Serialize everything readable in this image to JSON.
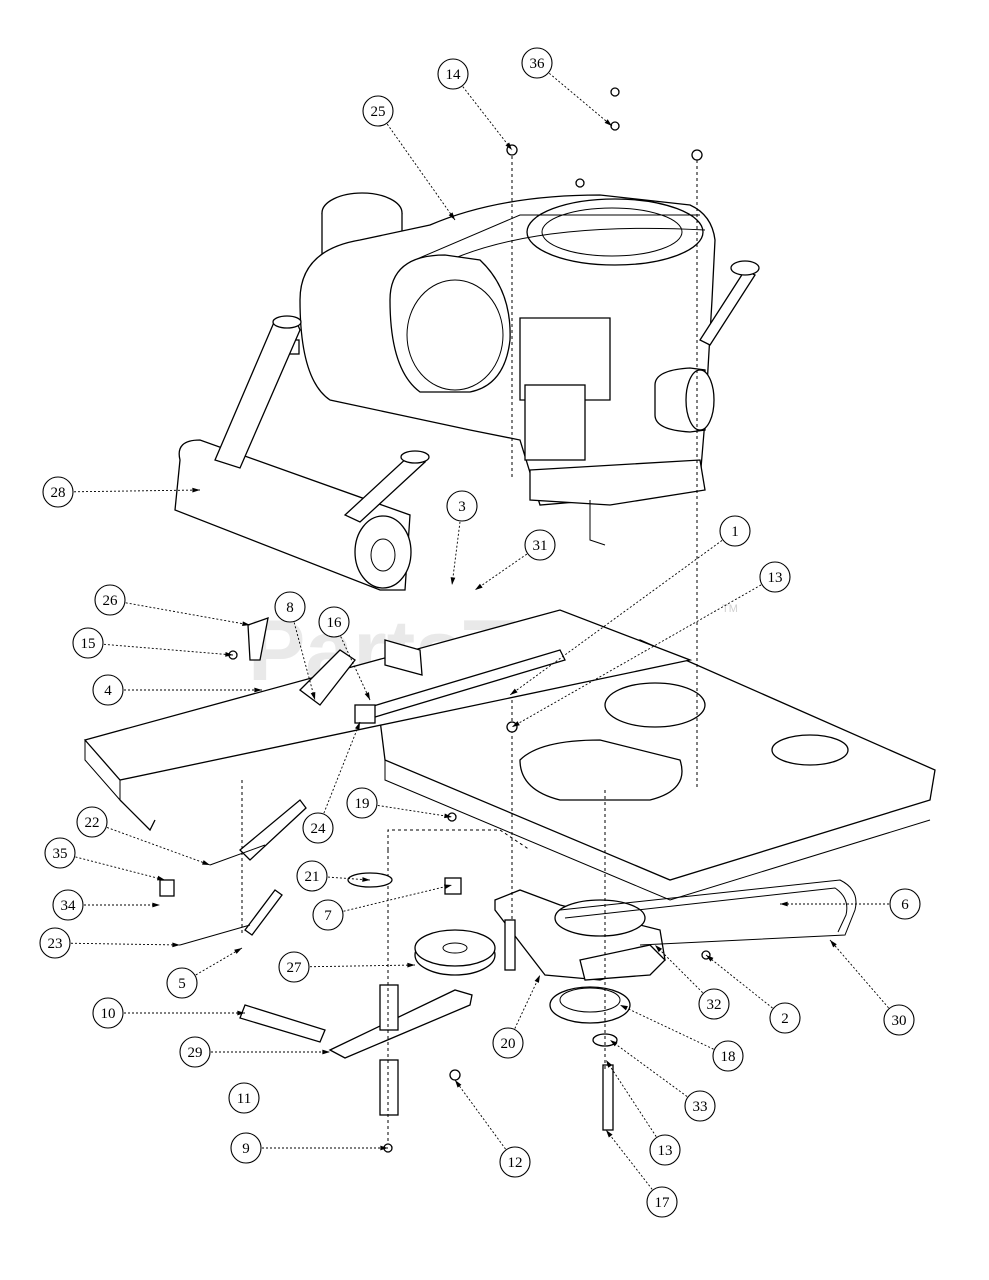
{
  "watermark": {
    "text": "PartsTree",
    "trademark": "TM"
  },
  "callouts": [
    {
      "n": "1"
    },
    {
      "n": "2"
    },
    {
      "n": "3"
    },
    {
      "n": "4"
    },
    {
      "n": "5"
    },
    {
      "n": "6"
    },
    {
      "n": "7"
    },
    {
      "n": "8"
    },
    {
      "n": "9"
    },
    {
      "n": "10"
    },
    {
      "n": "11"
    },
    {
      "n": "12"
    },
    {
      "n": "13"
    },
    {
      "n": "13"
    },
    {
      "n": "14"
    },
    {
      "n": "15"
    },
    {
      "n": "16"
    },
    {
      "n": "17"
    },
    {
      "n": "18"
    },
    {
      "n": "19"
    },
    {
      "n": "20"
    },
    {
      "n": "21"
    },
    {
      "n": "22"
    },
    {
      "n": "23"
    },
    {
      "n": "24"
    },
    {
      "n": "25"
    },
    {
      "n": "26"
    },
    {
      "n": "27"
    },
    {
      "n": "28"
    },
    {
      "n": "29"
    },
    {
      "n": "30"
    },
    {
      "n": "31"
    },
    {
      "n": "32"
    },
    {
      "n": "33"
    },
    {
      "n": "34"
    },
    {
      "n": "35"
    },
    {
      "n": "36"
    }
  ]
}
